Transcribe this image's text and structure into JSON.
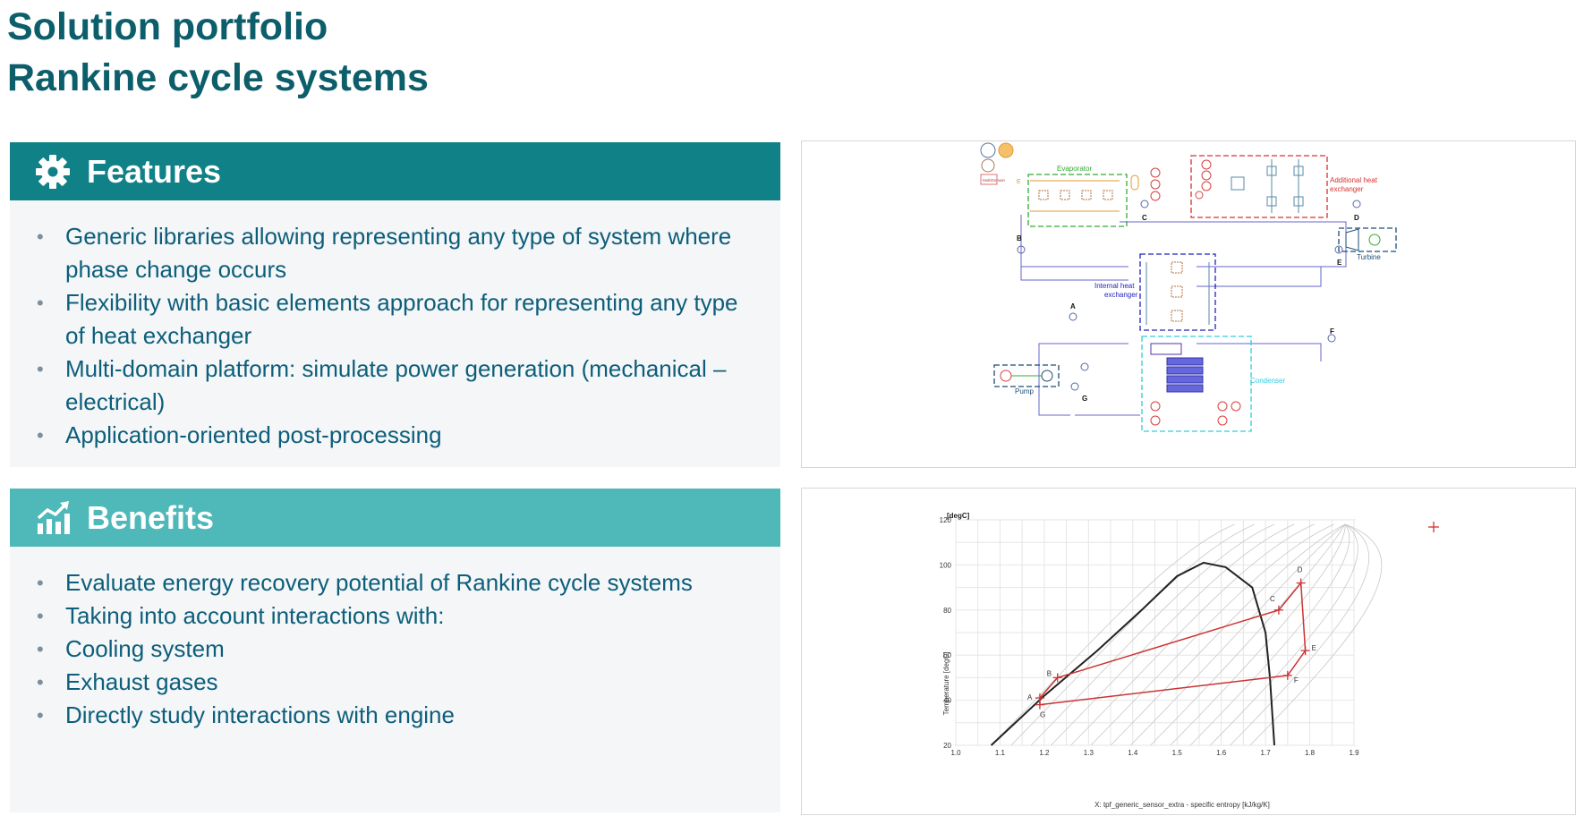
{
  "header": {
    "title_line1": "Solution portfolio",
    "title_line2": "Rankine cycle systems"
  },
  "features": {
    "heading": "Features",
    "icon": "gear-icon",
    "items": [
      "Generic libraries allowing representing any type of system where phase change occurs",
      "Flexibility with basic elements approach for representing any type of heat exchanger",
      "Multi-domain platform: simulate power generation (mechanical – electrical)",
      "Application-oriented post-processing"
    ]
  },
  "benefits": {
    "heading": "Benefits",
    "icon": "chart-growth-icon",
    "items": [
      "Evaluate energy recovery potential of Rankine cycle systems",
      "Taking into account interactions with:",
      "Cooling system",
      "Exhaust gases",
      "Directly study interactions with engine"
    ]
  },
  "diagram": {
    "labels": {
      "evaporator": "Evaporator",
      "additional_hx": "Additional heat exchanger",
      "turbine": "Turbine",
      "internal_hx": "Internal heat exchanger",
      "pump": "Pump",
      "condenser": "Condenser",
      "small_tag": "MultiDomain",
      "e_tag": "E"
    },
    "points": [
      "A",
      "B",
      "C",
      "D",
      "E",
      "F",
      "G"
    ]
  },
  "chart_data": {
    "type": "line",
    "ylabel": "Temperature [degC]",
    "y_unit": "[degC]",
    "xlabel": "X: tpf_generic_sensor_extra - specific entropy [kJ/kg/K]",
    "xlim": [
      1.0,
      1.9
    ],
    "ylim": [
      20,
      120
    ],
    "x_ticks": [
      "1.0",
      "1.1",
      "1.2",
      "1.3",
      "1.4",
      "1.5",
      "1.6",
      "1.7",
      "1.8",
      "1.9"
    ],
    "y_ticks": [
      "20",
      "40",
      "60",
      "80",
      "100",
      "120"
    ],
    "grid": true,
    "series": [
      {
        "color": "#cc3333",
        "points": [
          {
            "label": "A",
            "x": 1.19,
            "y": 41
          },
          {
            "label": "B",
            "x": 1.23,
            "y": 50
          },
          {
            "label": "C",
            "x": 1.73,
            "y": 80
          },
          {
            "label": "D",
            "x": 1.78,
            "y": 92
          },
          {
            "label": "E",
            "x": 1.79,
            "y": 62
          },
          {
            "label": "F",
            "x": 1.75,
            "y": 51
          },
          {
            "label": "G",
            "x": 1.19,
            "y": 38
          }
        ]
      }
    ],
    "saturation_dome": [
      {
        "x": 1.08,
        "y": 20
      },
      {
        "x": 1.2,
        "y": 42
      },
      {
        "x": 1.32,
        "y": 62
      },
      {
        "x": 1.42,
        "y": 80
      },
      {
        "x": 1.5,
        "y": 95
      },
      {
        "x": 1.56,
        "y": 101
      },
      {
        "x": 1.61,
        "y": 99
      },
      {
        "x": 1.67,
        "y": 90
      },
      {
        "x": 1.7,
        "y": 70
      },
      {
        "x": 1.71,
        "y": 50
      },
      {
        "x": 1.72,
        "y": 20
      }
    ]
  }
}
